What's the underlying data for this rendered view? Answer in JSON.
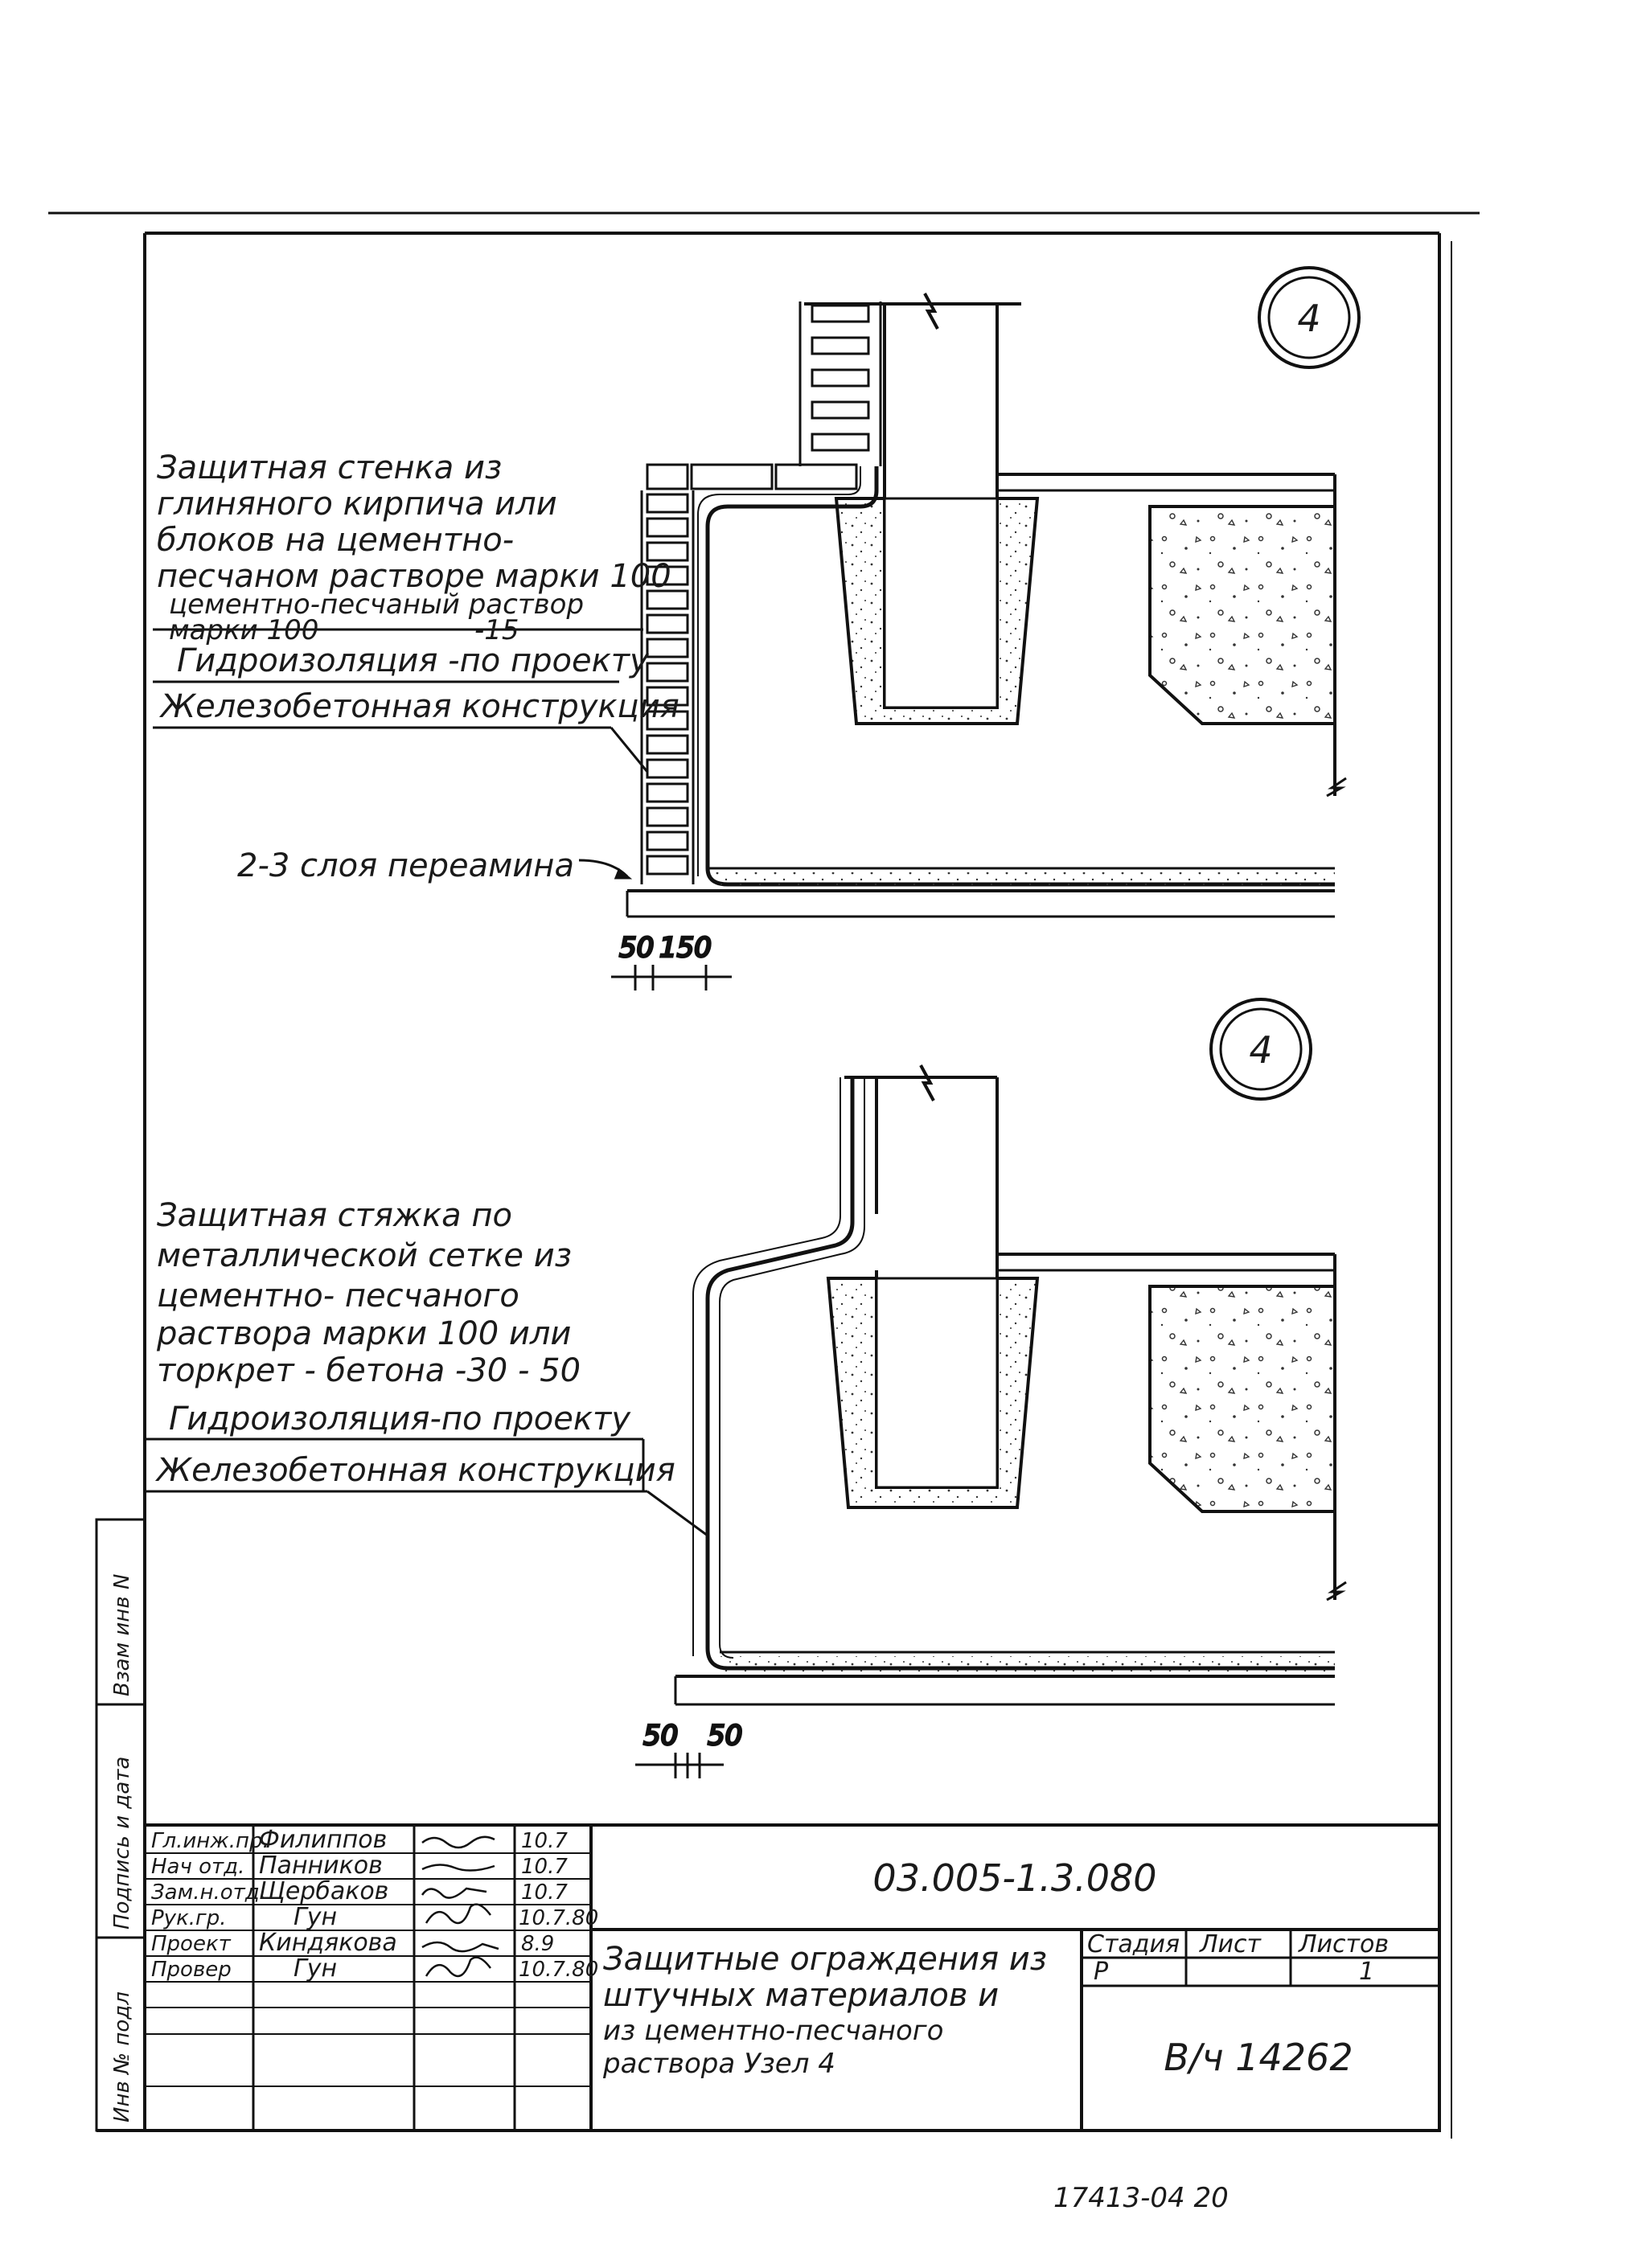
{
  "detail1": {
    "marker": "4",
    "wall_note": [
      "Защитная стенка из",
      "глиняного кирпича или",
      "блоков на цементно-",
      "песчаном растворе марки 100"
    ],
    "mortar_note": [
      "цементно-песчаный раствор",
      "марки 100",
      "-15"
    ],
    "waterproofing": "Гидроизоляция -по проекту",
    "structure": "Железобетонная конструкция",
    "layers": "2-3 слоя переамина",
    "dim_a": "50",
    "dim_b": "150"
  },
  "detail2": {
    "marker": "4",
    "screed_note": [
      "Защитная стяжка по",
      "металлической сетке из",
      "цементно- песчаного",
      "раствора марки 100 или",
      "торкрет - бетона -30 - 50"
    ],
    "waterproofing": "Гидроизоляция-по проекту",
    "structure": "Железобетонная конструкция",
    "dim_a": "50",
    "dim_b": "50"
  },
  "side_stamps": [
    "Инв № подл",
    "Подпись и дата",
    "Взам инв N"
  ],
  "title_block": {
    "rows": [
      {
        "role": "Гл.инж.пр.",
        "name": "Филиппов",
        "date": "10.7"
      },
      {
        "role": "Нач отд.",
        "name": "Панников",
        "date": "10.7"
      },
      {
        "role": "Зам.н.отд.",
        "name": "Щербаков",
        "date": "10.7"
      },
      {
        "role": "Рук.гр.",
        "name": "Гун",
        "date": "10.7.80"
      },
      {
        "role": "Проект",
        "name": "Киндякова",
        "date": "8.9"
      },
      {
        "role": "Провер",
        "name": "Гун",
        "date": "10.7.80"
      }
    ],
    "doc_code": "03.005-1.3.080",
    "title": [
      "Защитные ограждения из",
      "штучных материалов и",
      "из цементно-песчаного",
      "раствора Узел 4"
    ],
    "stage_label": "Стадия",
    "sheet_label": "Лист",
    "sheets_label": "Листов",
    "stage": "Р",
    "sheets": "1",
    "org": "В/ч 14262"
  },
  "footer_code": "17413-04 20"
}
